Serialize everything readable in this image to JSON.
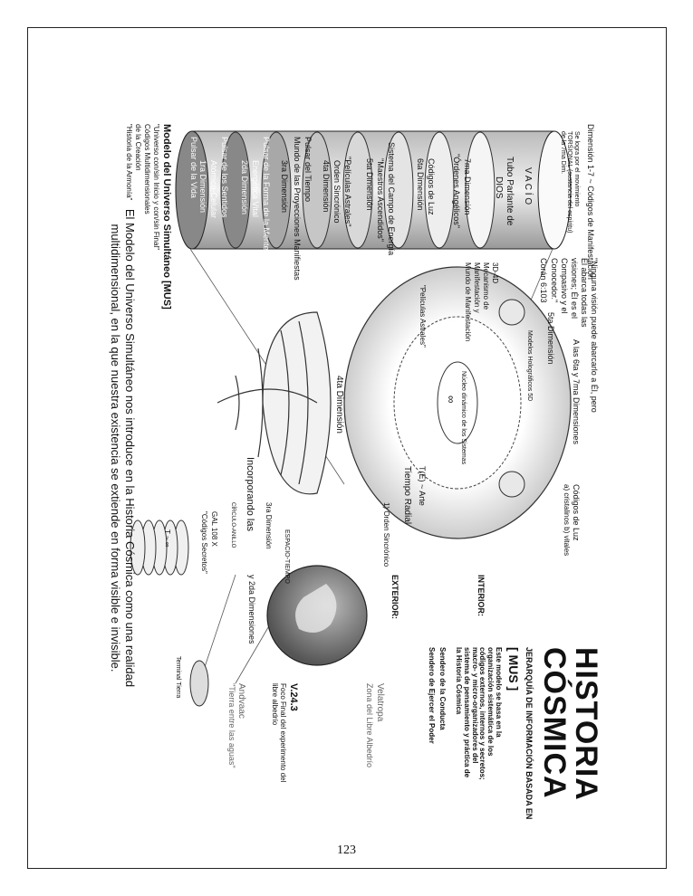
{
  "page": {
    "number": "123"
  },
  "caption": {
    "line1": "El Modelo del Universo Simultáneo nos introduce en la Historia Cósmica como una realidad",
    "line2": "multidimensional, en la que nuestra existencia se extiende en forma visible e invisible."
  },
  "title": {
    "line1": "HISTORIA",
    "line2": "CÓSMICA",
    "subtitle": "JERARQUÍA DE INFORMACIÓN BASADA EN",
    "mus": "[ MUS ]",
    "desc": "Este modelo se basa en la organización sistemática de los códigos externos, internos y secretos; macro- y micro-organizadores del sistema de pensamiento y práctica de la Historia Cósmica",
    "sendero": "Sendero de la Conducta",
    "sendero2": "Sendero de Ejercer el Poder"
  },
  "model": {
    "title": "Modelo del Universo Simultáneo [MUS]",
    "sub1": "\"Universo con/sin Inicio y con/sin Final\"",
    "sub2": "Códigos Multidimensionales",
    "sub3": "de la Creación",
    "sub4": "\"Historia de la Armonía\"",
    "dimension_axis": "Dimensión 1-7 ~ Códigos de Manifestación"
  },
  "cylinder": {
    "vacio": "V A C Í O",
    "tubo1": "Tubo Parlante de",
    "tubo2": "DIOS",
    "layers": [
      "7ma Dimensión",
      "\"Órdenes Angélicos\"",
      "Códigos de Luz",
      "6ta Dimensión",
      "Sistema del Campo de Energía",
      "\"Maestros Ascendidos\"",
      "5ta Dimensión",
      "\"Películas Astrales\"",
      "Orden Sincrónico",
      "4ta Dimensión",
      "Pulsar del Tiempo",
      "Mundo de las Proyecciones Manifiestas",
      "3ra Dimensión",
      "Pulsar de la Forma de la Mente",
      "Energética Vital",
      "2da Dimensión",
      "Pulsar de los Sentidos",
      "Atómico-Celular",
      "1ra Dimensión",
      "Pulsar de la Vida"
    ],
    "top_note": "Se logra por el movimiento TORSIONAL (sustancia del espíritu) de la 7ma Dim."
  },
  "quote": {
    "text1": "\"Ninguna visión puede abarcarlo a Él, pero",
    "text2": "Él abarca todas las",
    "text3": "visiones; Él es el",
    "text4": "Compasivo y el",
    "text5": "Conocedor.\"",
    "ref": "Corán 6:103"
  },
  "mechanism": {
    "line1": "3D-4D",
    "line2": "Mecanismo de",
    "line3": "Manifestación y",
    "line4": "Mundo de Manifestación"
  },
  "center": {
    "dims": "A las 6ta y 7ma Dimensiones",
    "codigos_luz": "Códigos de Luz",
    "codigos_luz_sub": "a) cristalinos  b) vitales",
    "dim5": "5ta Dimensión",
    "modelos": "Modelos Holográficos 5D",
    "nucleo": "Núcleo dinámico de los Sistemas",
    "infinity": "∞",
    "peliculas": "\"Películas Astrales\"",
    "dim4": "4ta Dimensión",
    "tiempo_radial": "Tiempo Radial",
    "tarte": "T(E) ~ Arte",
    "orden": "1) Orden Sincrónico",
    "dim3": "3ra Dimensión",
    "incorporando": "Incorporando  las",
    "dims_23": "y  2da Dimensiones",
    "espacio": "ESPACIO-TIEMPO",
    "interior": "INTERIOR:",
    "exterior": "EXTERIOR:",
    "velatropa": "Velatropa",
    "zona": "Zona del Libre Albedrío",
    "v243": "V.24.3",
    "v243_desc": "Foco Final del experimento del libre albedrío",
    "andvaac": "Andvaac",
    "tierra": "\"Tierra entre las aguas\"",
    "gal": "GAL 108 X",
    "codigos_secretos": "\"Códigos Secretos\"",
    "t_arrow": "T ~ ∞",
    "terminal": "Terminal Tierra",
    "circulo": "CÍRCULO-ANILLO"
  }
}
